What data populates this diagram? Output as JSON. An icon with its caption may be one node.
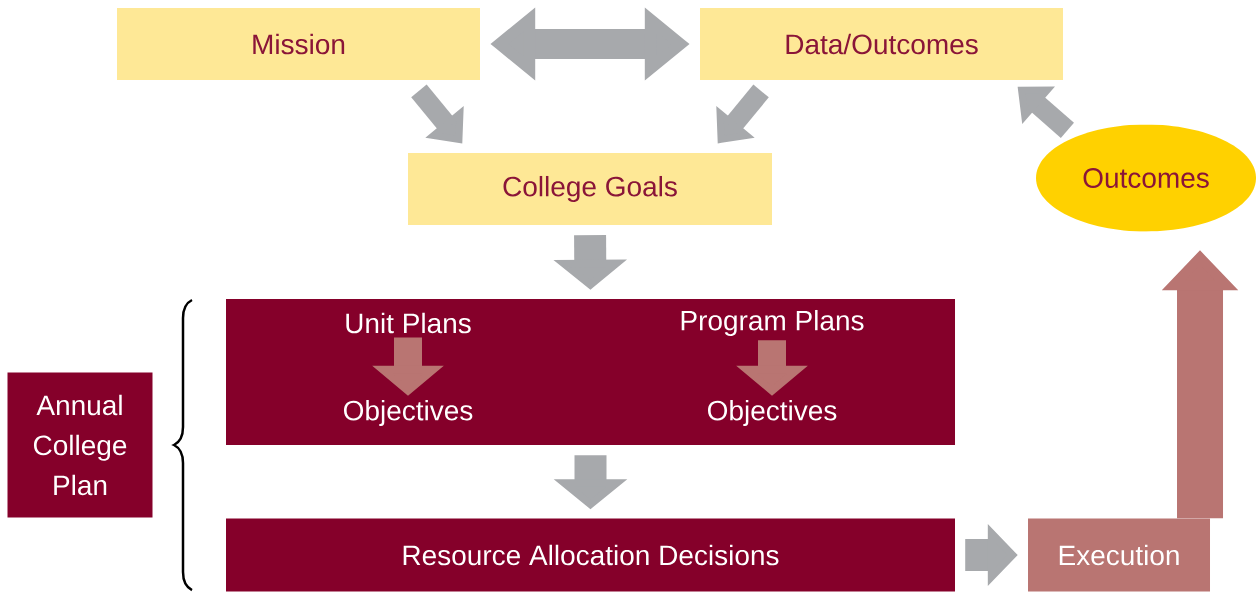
{
  "diagram": {
    "nodes": [
      {
        "text": [
          "Mission"
        ]
      },
      {
        "text": [
          "Data/Outcomes"
        ]
      },
      {
        "text": [
          "College Goals"
        ]
      },
      {
        "text": [
          "Outcomes"
        ]
      },
      {
        "text": [],
        "shape": "box"
      },
      {
        "text": [
          "Unit Plans"
        ],
        "in": 4
      },
      {
        "text": [
          "Program Plans"
        ],
        "in": 4
      },
      {
        "text": [
          "Objectives"
        ],
        "in": 4
      },
      {
        "text": [
          "Objectives"
        ],
        "in": 4
      },
      {
        "text": [
          "Resource Allocation Decisions"
        ]
      },
      {
        "text": [
          "Execution"
        ]
      },
      {
        "text": [
          "Annual College Plan"
        ]
      }
    ],
    "edges": [
      {
        "from": 0,
        "to": 1,
        "arrow": "both"
      },
      {
        "from": 0,
        "to": 2,
        "arrow": "to"
      },
      {
        "from": 1,
        "to": 2,
        "arrow": "to"
      },
      {
        "from": 3,
        "to": 1,
        "arrow": "to"
      },
      {
        "from": 2,
        "to": 4,
        "arrow": "to"
      },
      {
        "from": 4,
        "to": 9,
        "arrow": "to"
      },
      {
        "from": 9,
        "to": 10,
        "arrow": "to"
      },
      {
        "from": 10,
        "to": 3,
        "arrow": "to",
        "color": "#b97572"
      },
      {
        "from": 5,
        "to": 7,
        "arrow": "to",
        "color": "#b97572"
      },
      {
        "from": 6,
        "to": 8,
        "arrow": "to",
        "color": "#b97572"
      }
    ]
  }
}
